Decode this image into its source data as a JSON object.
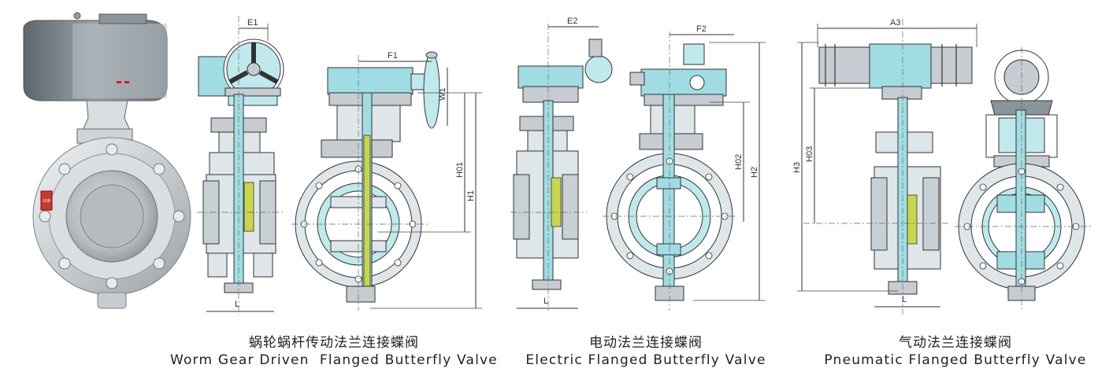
{
  "photo": {
    "brand_marking": "SSB"
  },
  "dimensions": {
    "worm": [
      "E1",
      "F1",
      "W1",
      "H01",
      "H1",
      "L"
    ],
    "electric": [
      "E2",
      "F2",
      "H02",
      "H2",
      "L"
    ],
    "pneumatic": [
      "A3",
      "H03",
      "H3",
      "L"
    ]
  },
  "captions": [
    {
      "cn": "蜗轮蜗杆传动法兰连接蝶阀",
      "en": "Worm Gear Driven  Flanged Butterfly Valve"
    },
    {
      "cn": "电动法兰连接蝶阀",
      "en": "Electric Flanged Butterfly Valve"
    },
    {
      "cn": "气动法兰连接蝶阀",
      "en": "Pneumatic Flanged Butterfly Valve"
    }
  ],
  "colors": {
    "cyan": "#9fdde2",
    "body": "#dfe6ea",
    "yellow": "#c9d64a",
    "actuator": "#7f8a92"
  }
}
